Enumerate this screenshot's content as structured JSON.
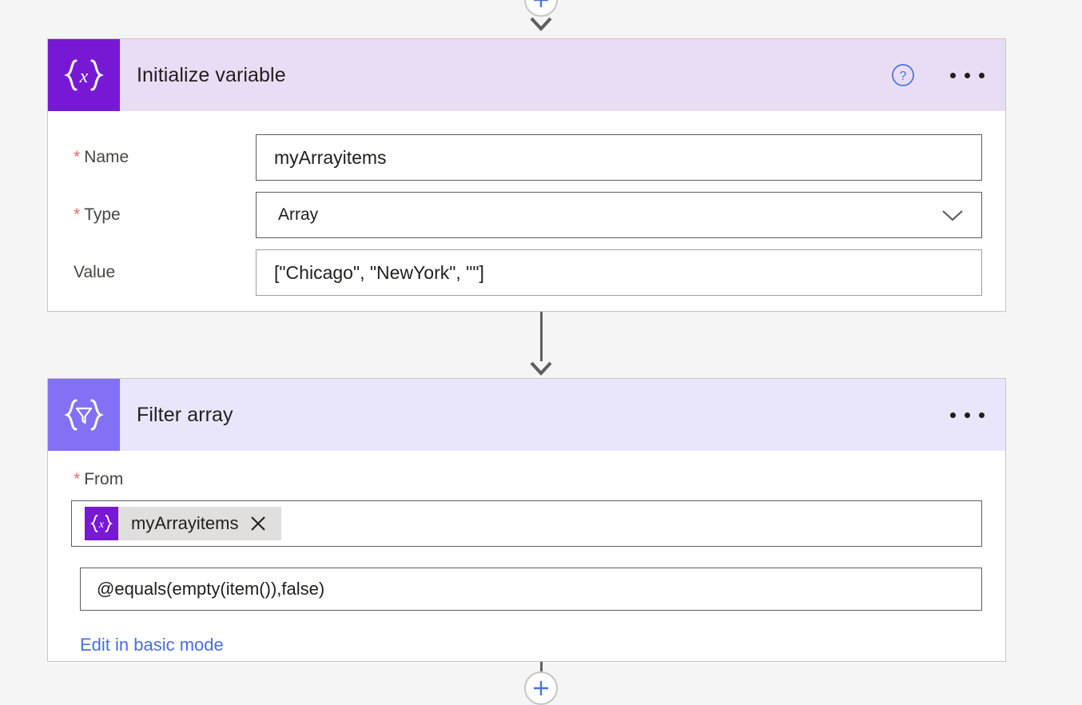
{
  "canvas": {
    "background_color": "#f5f5f5",
    "accent_blue": "#4a6fe0"
  },
  "connectors": {
    "top": {
      "add_step_icon": "plus-circle-icon",
      "arrow_icon": "arrow-down-icon"
    },
    "middle": {
      "arrow_icon": "arrow-down-icon"
    },
    "bottom": {
      "add_step_icon": "plus-circle-icon"
    }
  },
  "cards": [
    {
      "id": "initialize-variable",
      "title": "Initialize variable",
      "icon_name": "variable-braces-x-icon",
      "icon_bg": "#7719d4",
      "header_bg": "#e9ddf6",
      "actions": {
        "help_label": "?",
        "help_icon": "help-circle-icon",
        "more_icon": "more-ellipsis-icon"
      },
      "fields": [
        {
          "label": "Name",
          "required": true,
          "type": "text",
          "value": "myArrayitems"
        },
        {
          "label": "Type",
          "required": true,
          "type": "select",
          "value": "Array",
          "chevron_icon": "chevron-down-icon"
        },
        {
          "label": "Value",
          "required": false,
          "type": "text",
          "value": "[\"Chicago\", \"NewYork\", \"\"]"
        }
      ]
    },
    {
      "id": "filter-array",
      "title": "Filter array",
      "icon_name": "filter-braces-funnel-icon",
      "icon_bg": "#8271f5",
      "header_bg": "#e9e6fc",
      "actions": {
        "more_icon": "more-ellipsis-icon"
      },
      "from": {
        "label": "From",
        "required": true,
        "token": {
          "label": "myArrayitems",
          "icon_name": "variable-braces-x-icon",
          "icon_bg": "#7719d4",
          "remove_icon": "close-x-icon"
        }
      },
      "expression": {
        "value": "@equals(empty(item()),false)"
      },
      "basic_mode_link": "Edit in basic mode"
    }
  ]
}
